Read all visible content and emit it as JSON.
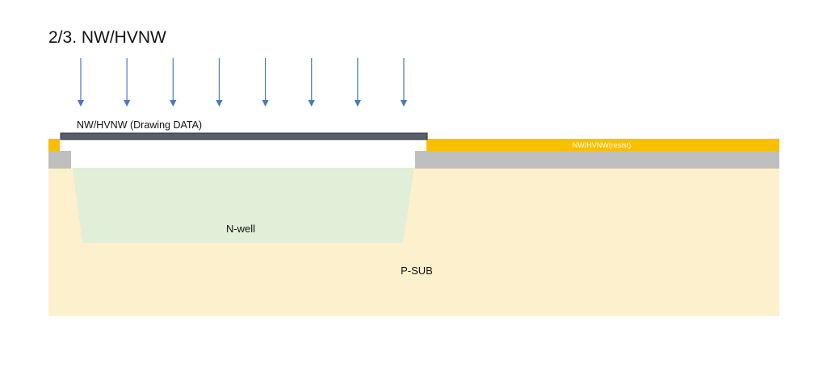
{
  "title": "2/3. NW/HVNW",
  "labels": {
    "mask": "NW/HVNW (Drawing DATA)",
    "resist": "NW/HVNW(resist)",
    "nwell": "N-well",
    "psub": "P-SUB"
  },
  "implant_arrow_count": 8,
  "colors": {
    "substrate": "#fdf0cc",
    "nwell": "#e1eed8",
    "resist": "#fbbe00",
    "oxide": "#bfbfbf",
    "mask": "#5a5e69",
    "arrow": "#4a78c0",
    "opening": "#ffffff"
  }
}
